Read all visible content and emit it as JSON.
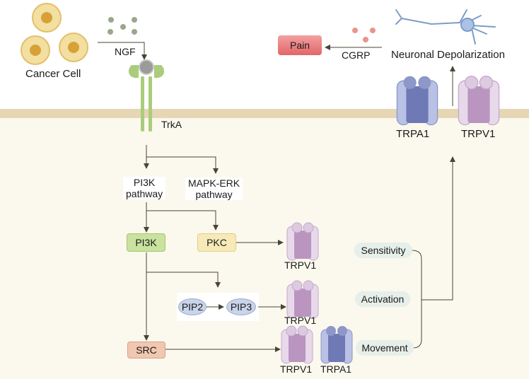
{
  "labels": {
    "cancer_cell": "Cancer Cell",
    "ngf": "NGF",
    "trka": "TrkA",
    "pain": "Pain",
    "cgrp": "CGRP",
    "neuronal_depolarization": "Neuronal Depolarization",
    "trpa1_top": "TRPA1",
    "trpv1_top": "TRPV1",
    "pi3k_pathway_line1": "PI3K",
    "pi3k_pathway_line2": "pathway",
    "mapk_pathway_line1": "MAPK-ERK",
    "mapk_pathway_line2": "pathway",
    "pi3k": "PI3K",
    "pkc": "PKC",
    "src": "SRC",
    "pip2": "PIP2",
    "pip3": "PIP3",
    "trpv1_pkc": "TRPV1",
    "trpv1_pip": "TRPV1",
    "trpv1_src": "TRPV1",
    "trpa1_src": "TRPA1",
    "sensitivity": "Sensitivity",
    "activation": "Activation",
    "movement": "Movement"
  },
  "colors": {
    "cytoplasm": "#fbf8ee",
    "membrane": "#e6d6b4",
    "pain_box": "#e9787a",
    "pi3k_box": "#c9e29f",
    "pkc_box": "#f7eab8",
    "src_box": "#f0c7b1",
    "trpv1_channel": "#c6a8cb",
    "trpa1_channel": "#8d97c8",
    "receptor": "#a9cd7b",
    "arrow": "#4a4433"
  }
}
